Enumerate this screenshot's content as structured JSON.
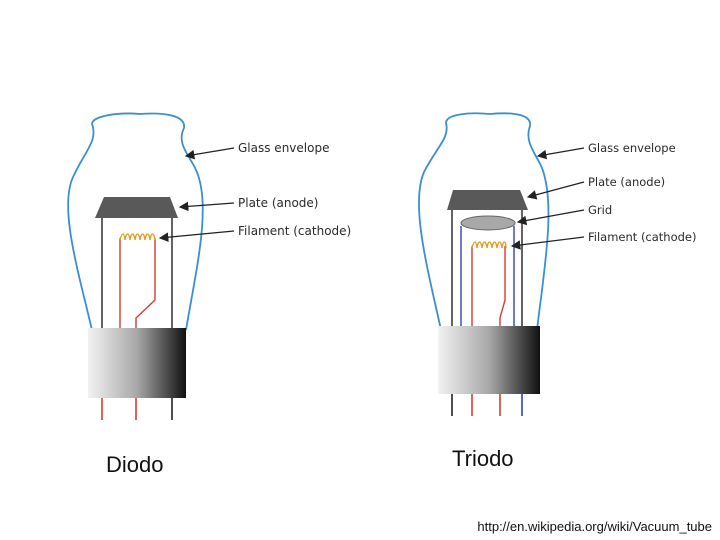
{
  "diodo": {
    "caption": "Diodo",
    "labels": {
      "glass": "Glass envelope",
      "plate": "Plate (anode)",
      "filament": "Filament (cathode)"
    }
  },
  "triodo": {
    "caption": "Triodo",
    "labels": {
      "glass": "Glass envelope",
      "plate": "Plate (anode)",
      "grid": "Grid",
      "filament": "Filament (cathode)"
    }
  },
  "source_url": "http://en.wikipedia.org/wiki/Vacuum_tube",
  "colors": {
    "glass": "#3a8fd0",
    "filament_wire": "#d93a30",
    "coil": "#e49a20",
    "grid_wire": "#3340b8",
    "plate": "#555555",
    "leader": "#222222"
  }
}
